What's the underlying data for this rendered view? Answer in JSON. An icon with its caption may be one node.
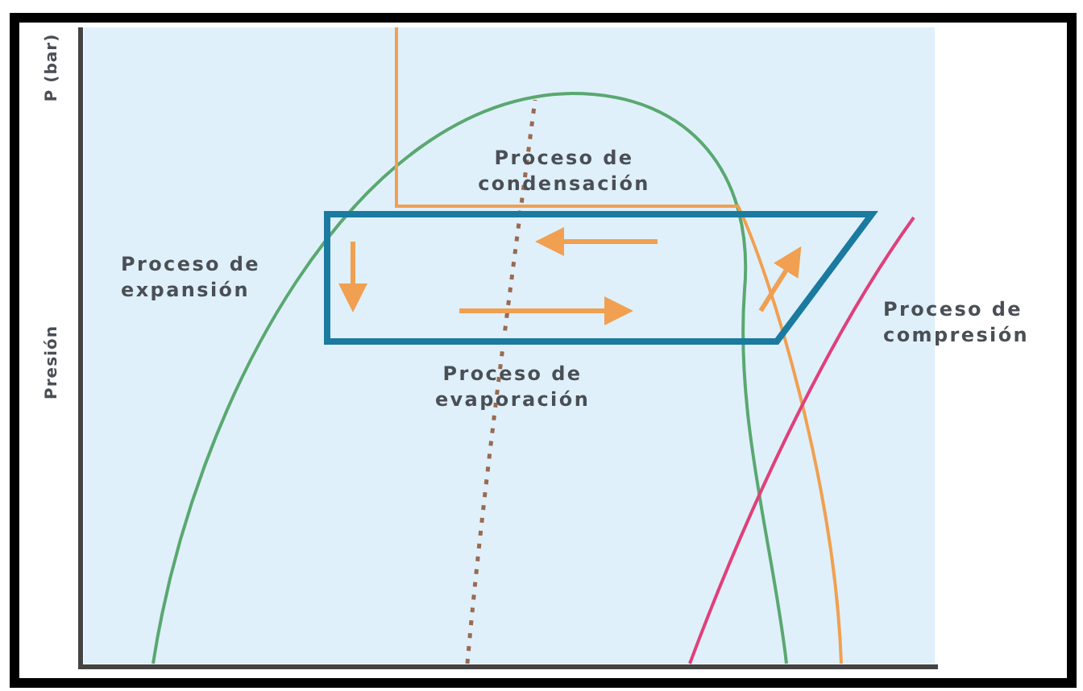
{
  "diagram": {
    "labels": [
      "P (bar)",
      "Proceso de condensación",
      "Proceso de expansión",
      "Proceso de compresión",
      "Presión",
      "Proceso de evaporación"
    ]
  }
}
